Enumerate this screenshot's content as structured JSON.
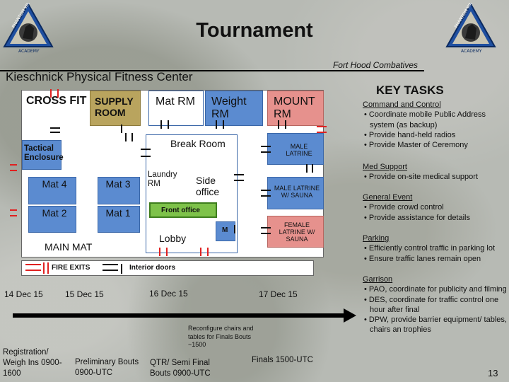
{
  "header": {
    "title": "Tournament",
    "subtitle": "Fort Hood Combatives",
    "venue": "Kieschnick Physical Fitness Center",
    "emblem": {
      "top_text": "PHANTOM WARRIOR",
      "bottom_text": "ACADEMY"
    }
  },
  "floor_plan": {
    "rooms": {
      "cross_fit": "CROSS FIT",
      "supply_room": "SUPPLY ROOM",
      "mat_rm": "Mat RM",
      "weight_rm": "Weight RM",
      "mount_rm": "MOUNT RM",
      "tactical_enclosure": "Tactical Enclosure",
      "break_room": "Break Room",
      "laundry_rm": "Laundry RM",
      "side_office": "Side office",
      "male_latrine": "MALE LATRINE",
      "male_latrine_sauna": "MALE LATRINE W/ SAUNA",
      "female_latrine_sauna": "FEMALE LATRINE W/ SAUNA",
      "mat4": "Mat 4",
      "mat3": "Mat 3",
      "mat2": "Mat 2",
      "mat1": "Mat 1",
      "front_office": "Front office",
      "m_room": "M",
      "lobby": "Lobby",
      "main_mat": "MAIN MAT"
    },
    "legend": {
      "fire_exits": "FIRE EXITS",
      "interior_doors": "Interior doors"
    },
    "colors": {
      "blue": "#5b8bd0",
      "pink": "#e6918d",
      "yellow": "#b9a45e",
      "green": "#7ec24a",
      "fire_exit": "#e02020"
    }
  },
  "key_tasks": {
    "title": "KEY TASKS",
    "sections": [
      {
        "heading": "Command and Control",
        "items": [
          "Coordinate mobile Public Address system (as backup)",
          "Provide hand-held radios",
          "Provide Master of Ceremony"
        ]
      },
      {
        "heading": "Med Support",
        "items": [
          "Provide on-site medical support"
        ]
      },
      {
        "heading": "General Event",
        "items": [
          "Provide crowd control",
          "Provide assistance for details"
        ]
      },
      {
        "heading": "Parking",
        "items": [
          "Efficiently control traffic in parking lot",
          "Ensure traffic lanes remain open"
        ]
      },
      {
        "heading": "Garrison",
        "items": [
          "PAO, coordinate for publicity and filming",
          "DES, coordinate for traffic control one hour after final",
          "DPW, provide barrier equipment/ tables, chairs an trophies"
        ]
      }
    ]
  },
  "timeline": {
    "dates": [
      "14 Dec 15",
      "15 Dec 15",
      "16 Dec 15",
      "17 Dec 15"
    ],
    "events": {
      "registration": "Registration/ Weigh Ins 0900-1600",
      "preliminary": "Preliminary Bouts 0900-UTC",
      "qtr_semi": "QTR/ Semi Final Bouts 0900-UTC",
      "reconfigure": "Reconfigure chairs and tables for Finals Bouts ~1500",
      "finals": "Finals 1500-UTC"
    }
  },
  "slide_number": "13"
}
